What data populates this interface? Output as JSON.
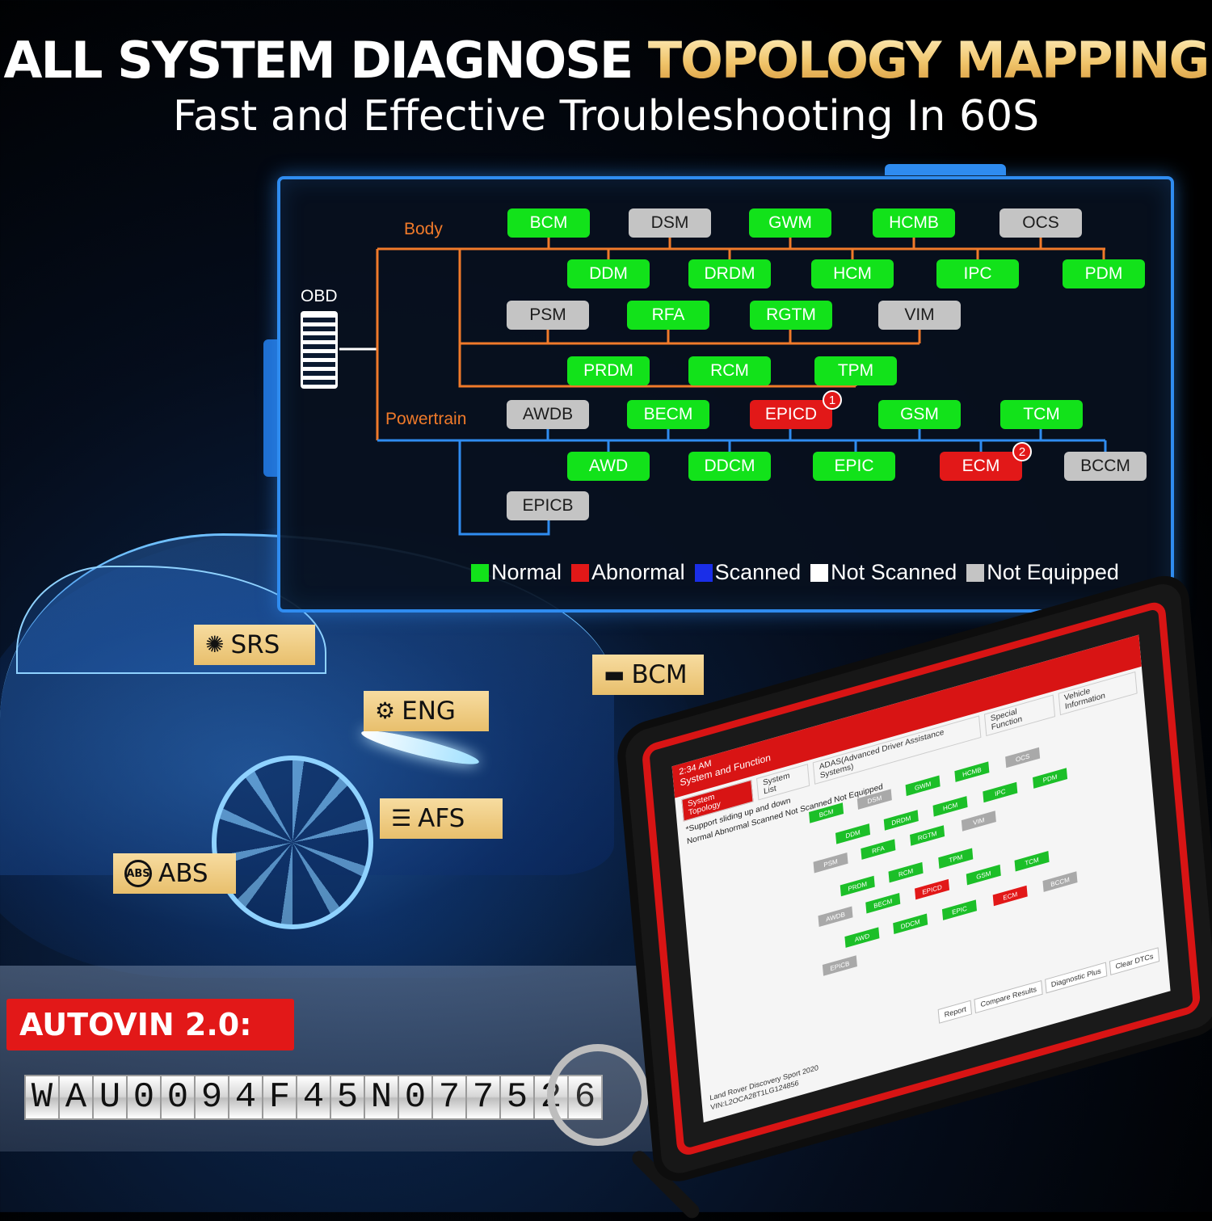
{
  "headline": {
    "white": "ALL SYSTEM DIAGNOSE",
    "gold": "TOPOLOGY MAPPING"
  },
  "subhead": "Fast and Effective Troubleshooting In 60S",
  "topology": {
    "obd_label": "OBD",
    "groups": {
      "body": "Body",
      "powertrain": "Powertrain"
    },
    "nodes": [
      {
        "label": "BCM",
        "status": "normal"
      },
      {
        "label": "DSM",
        "status": "not-equipped"
      },
      {
        "label": "GWM",
        "status": "normal"
      },
      {
        "label": "HCMB",
        "status": "normal"
      },
      {
        "label": "OCS",
        "status": "not-equipped"
      },
      {
        "label": "DDM",
        "status": "normal"
      },
      {
        "label": "DRDM",
        "status": "normal"
      },
      {
        "label": "HCM",
        "status": "normal"
      },
      {
        "label": "IPC",
        "status": "normal"
      },
      {
        "label": "PDM",
        "status": "normal"
      },
      {
        "label": "PSM",
        "status": "not-equipped"
      },
      {
        "label": "RFA",
        "status": "normal"
      },
      {
        "label": "RGTM",
        "status": "normal"
      },
      {
        "label": "VIM",
        "status": "not-equipped"
      },
      {
        "label": "PRDM",
        "status": "normal"
      },
      {
        "label": "RCM",
        "status": "normal"
      },
      {
        "label": "TPM",
        "status": "normal"
      },
      {
        "label": "AWDB",
        "status": "not-equipped"
      },
      {
        "label": "BECM",
        "status": "normal"
      },
      {
        "label": "EPICD",
        "status": "abnormal",
        "badge": "1"
      },
      {
        "label": "GSM",
        "status": "normal"
      },
      {
        "label": "TCM",
        "status": "normal"
      },
      {
        "label": "AWD",
        "status": "normal"
      },
      {
        "label": "DDCM",
        "status": "normal"
      },
      {
        "label": "EPIC",
        "status": "normal"
      },
      {
        "label": "ECM",
        "status": "abnormal",
        "badge": "2"
      },
      {
        "label": "BCCM",
        "status": "not-equipped"
      },
      {
        "label": "EPICB",
        "status": "not-equipped"
      }
    ],
    "legend": [
      {
        "label": "Normal",
        "color": "#12e21a"
      },
      {
        "label": "Abnormal",
        "color": "#e21818"
      },
      {
        "label": "Scanned",
        "color": "#1a2ee8"
      },
      {
        "label": "Not Scanned",
        "color": "#ffffff"
      },
      {
        "label": "Not Equipped",
        "color": "#c4c4c4"
      }
    ]
  },
  "system_tags": [
    {
      "label": "SRS",
      "icon": "airbag-icon"
    },
    {
      "label": "BCM",
      "icon": "battery-icon"
    },
    {
      "label": "ENG",
      "icon": "engine-icon"
    },
    {
      "label": "AFS",
      "icon": "headlight-icon"
    },
    {
      "label": "ABS",
      "icon": "abs-icon",
      "icon_text": "ABS"
    }
  ],
  "autovin": {
    "label": "AUTOVIN 2.0:",
    "vin_chars": [
      "W",
      "A",
      "U",
      "0",
      "0",
      "9",
      "4",
      "F",
      "4",
      "5",
      "N",
      "0",
      "7",
      "7",
      "5",
      "2",
      "6"
    ]
  },
  "tablet": {
    "time": "2:34 AM",
    "title": "System and Function",
    "tabs": [
      "System Topology",
      "System List",
      "ADAS(Advanced Driver Assistance Systems)",
      "Special Function",
      "Vehicle Information"
    ],
    "note": "*Support sliding up and down",
    "legend_text": "Normal  Abnormal  Scanned  Not Scanned  Not Equipped",
    "buttons": [
      "Report",
      "Compare Results",
      "Diagnostic Plus",
      "Clear DTCs"
    ],
    "vehicle": "Land Rover Discovery Sport 2020",
    "vin": "VIN:L2OCA28T1LG124856"
  },
  "colors": {
    "accent": "#2f8cf0",
    "brand_red": "#e21818",
    "wire_orange": "#f07a2a",
    "wire_blue": "#2f8cf0"
  }
}
